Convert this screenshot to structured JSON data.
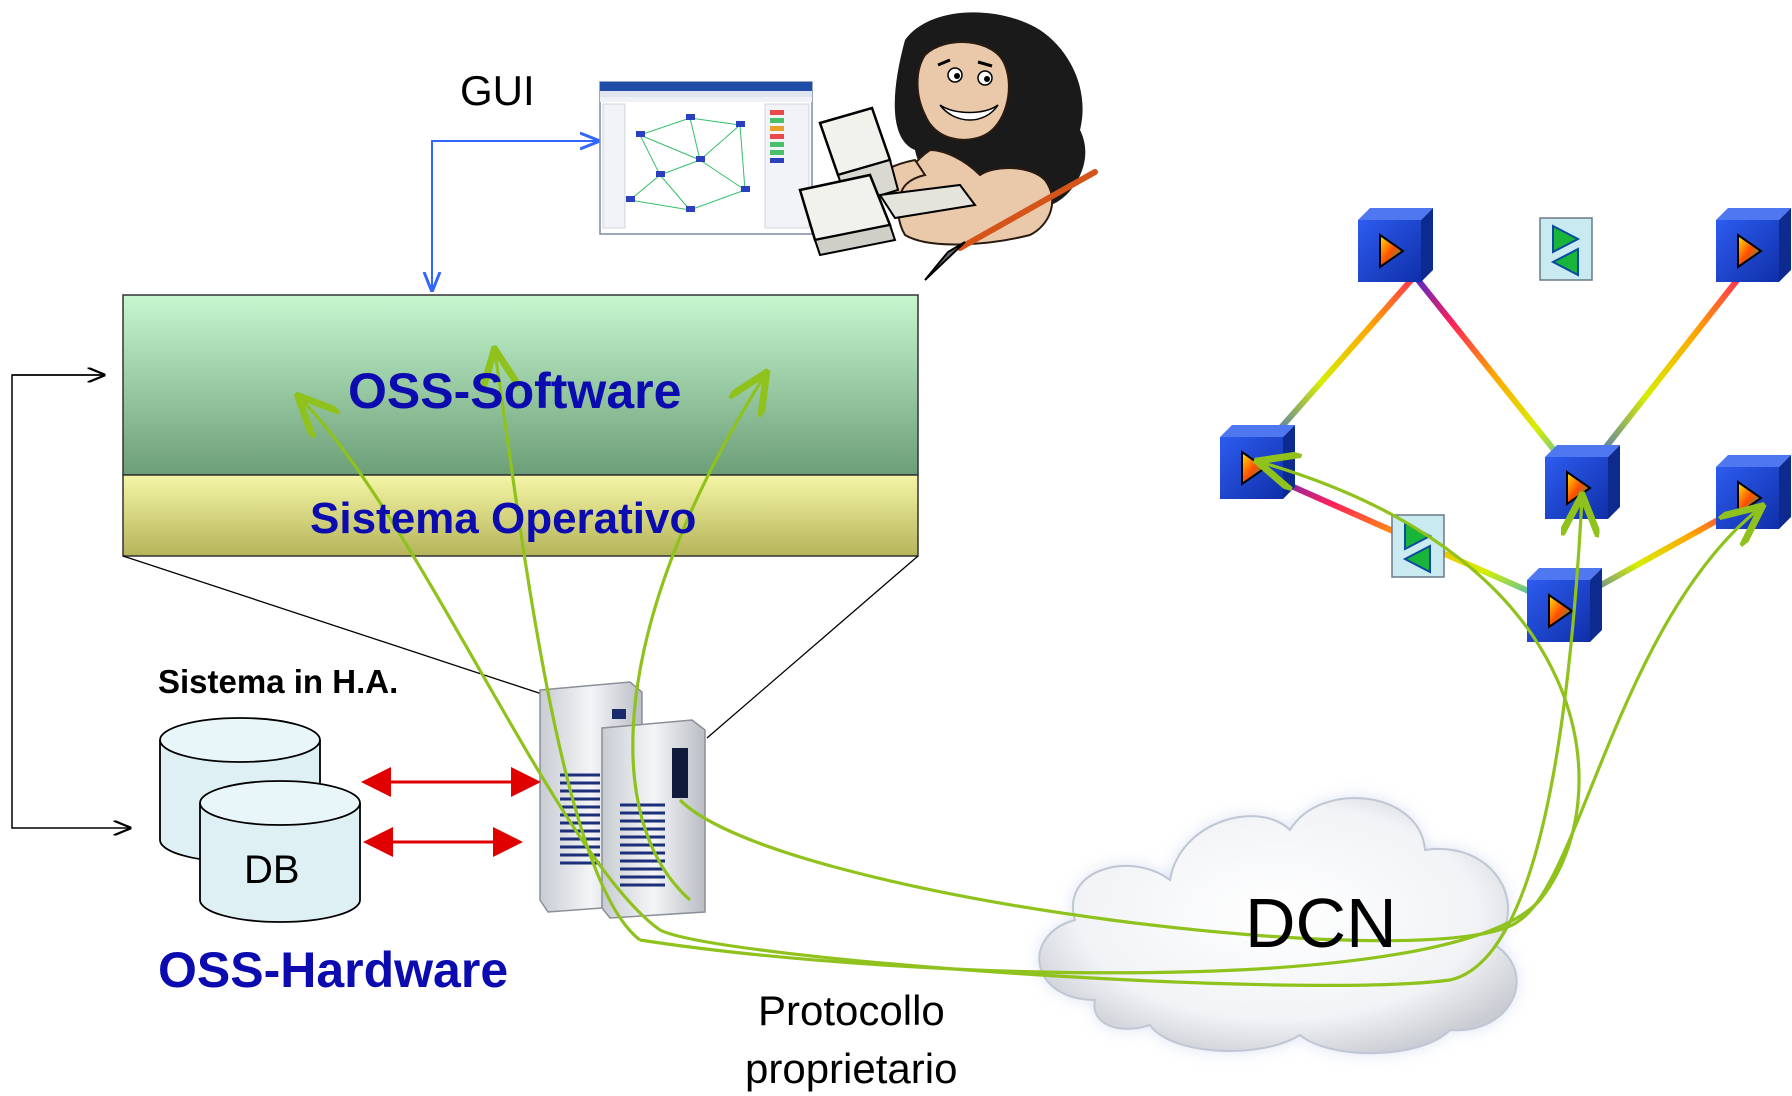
{
  "labels": {
    "gui": "GUI",
    "oss_software": "OSS-Software",
    "sistema_operativo": "Sistema Operativo",
    "sistema_ha": "Sistema in H.A.",
    "db": "DB",
    "oss_hardware": "OSS-Hardware",
    "dcn": "DCN",
    "protocollo_line1": "Protocollo",
    "protocollo_line2": "proprietario"
  },
  "colors": {
    "text_blue": "#0b0bb0",
    "software_band_top": "#c6f7cf",
    "software_band_bottom": "#6c9e78",
    "os_band_top": "#f5f6a6",
    "os_band_bottom": "#b5b45a",
    "db_fill": "#dff0f5",
    "connector_green": "#8fc21c",
    "arrow_red": "#e00000",
    "arrow_blue": "#3366ff",
    "node_blue": "#1d46c9"
  },
  "icons": {
    "gui": "gui-screenshot-icon",
    "user": "caveman-user-icon",
    "server": "server-tower-icon",
    "network_node": "network-node-icon",
    "amplifier": "amplifier-icon",
    "cloud": "cloud-icon"
  }
}
